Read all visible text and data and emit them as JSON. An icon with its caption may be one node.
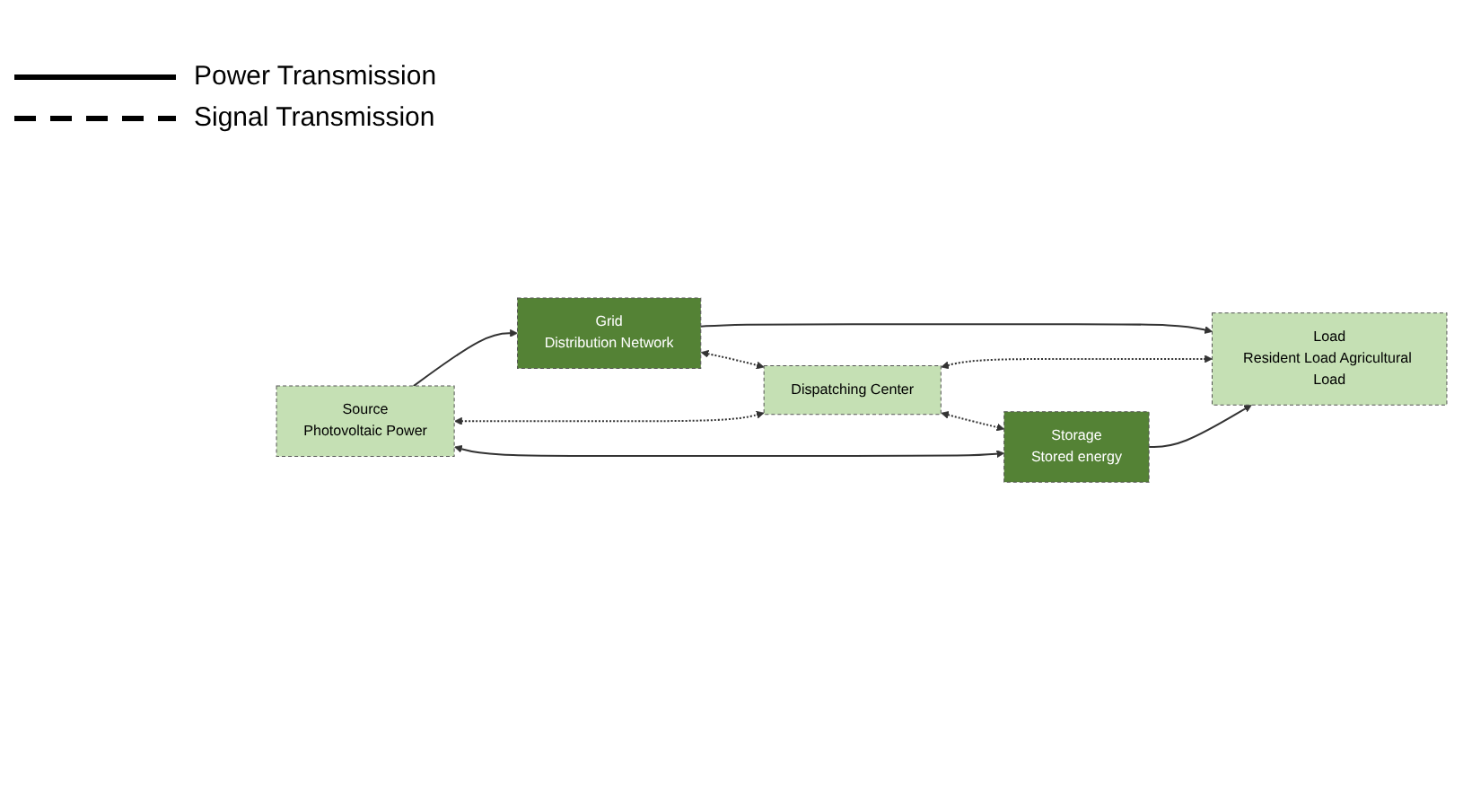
{
  "diagram": {
    "nodes": [
      {
        "text": [
          "Grid",
          "Distribution Network"
        ]
      },
      {
        "text": [
          "Source",
          "Photovoltaic Power"
        ]
      },
      {
        "text": [
          "Dispatching Center"
        ]
      },
      {
        "text": [
          "Load",
          "Resident Load Agricultural Load"
        ]
      },
      {
        "text": [
          "Storage",
          "Stored energy"
        ]
      }
    ],
    "edges": [
      {
        "from": 1,
        "to": 0,
        "arrow": "to"
      },
      {
        "from": 0,
        "to": 3,
        "arrow": "to"
      },
      {
        "from": 0,
        "to": 2,
        "arrow": "both",
        "style": "dashed"
      },
      {
        "from": 1,
        "to": 2,
        "arrow": "both",
        "style": "dashed"
      },
      {
        "from": 2,
        "to": 3,
        "arrow": "both",
        "style": "dashed"
      },
      {
        "from": 2,
        "to": 4,
        "arrow": "both",
        "style": "dashed"
      },
      {
        "from": 1,
        "to": 4,
        "arrow": "both"
      },
      {
        "from": 4,
        "to": 3,
        "arrow": "to"
      }
    ],
    "legend": [
      {
        "text": "Power Transmission"
      },
      {
        "text": "Signal Transmission"
      }
    ]
  }
}
